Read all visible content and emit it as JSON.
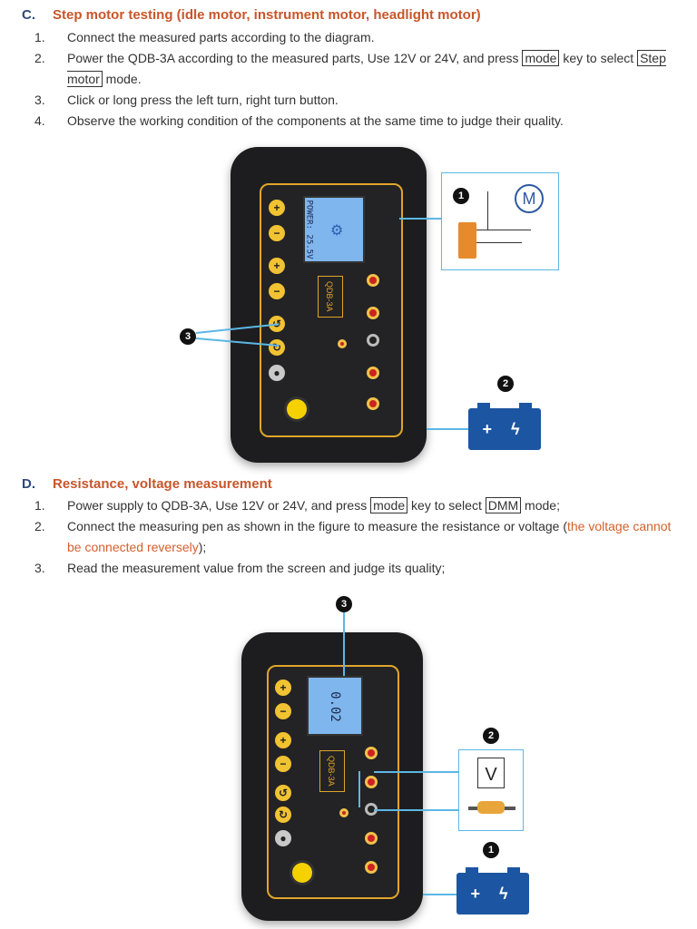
{
  "section_c": {
    "letter": "C.",
    "title": "Step motor testing (idle motor, instrument motor, headlight motor)",
    "steps": [
      {
        "num": "1.",
        "text": "Connect the measured parts according to the diagram."
      },
      {
        "num": "2.",
        "pre": "Power the QDB-3A according to the measured parts, Use 12V or 24V, and press ",
        "key1": "mode",
        "mid": " key to select ",
        "key2": "Step motor",
        "post": " mode."
      },
      {
        "num": "3.",
        "text": "Click or long press the left turn, right turn button."
      },
      {
        "num": "4.",
        "text": "Observe the working condition of the components at the same time to judge their quality."
      }
    ]
  },
  "section_d": {
    "letter": "D.",
    "title": "Resistance, voltage measurement",
    "steps": [
      {
        "num": "1.",
        "pre": "Power supply to QDB-3A, Use 12V or 24V, and press ",
        "key1": "mode",
        "mid": " key to select ",
        "key2": "DMM",
        "post": " mode;"
      },
      {
        "num": "2.",
        "pre": "Connect the measuring pen as shown in the figure to measure the resistance or voltage (",
        "red": "the voltage cannot be connected reversely",
        "post": ");"
      },
      {
        "num": "3.",
        "text": "Read the measurement value from the screen and judge its quality;"
      }
    ]
  },
  "device": {
    "model": "QDB-3A",
    "readout_c": "POWER: 25.5V",
    "readout_d": "0.02",
    "btn_plus": "+",
    "btn_minus": "−"
  },
  "diagram_c": {
    "badge1": "1",
    "badge2": "2",
    "badge3": "3",
    "motor_letter": "M",
    "battery_label": "+ ϟ −"
  },
  "diagram_d": {
    "badge1": "1",
    "badge2": "2",
    "badge3": "3",
    "voltmeter_letter": "V",
    "battery_label": "+ ϟ −"
  },
  "colors": {
    "accent": "#c8562a",
    "panel_border": "#e0a52a",
    "battery": "#1c55a2",
    "line": "#5bb7e6"
  }
}
